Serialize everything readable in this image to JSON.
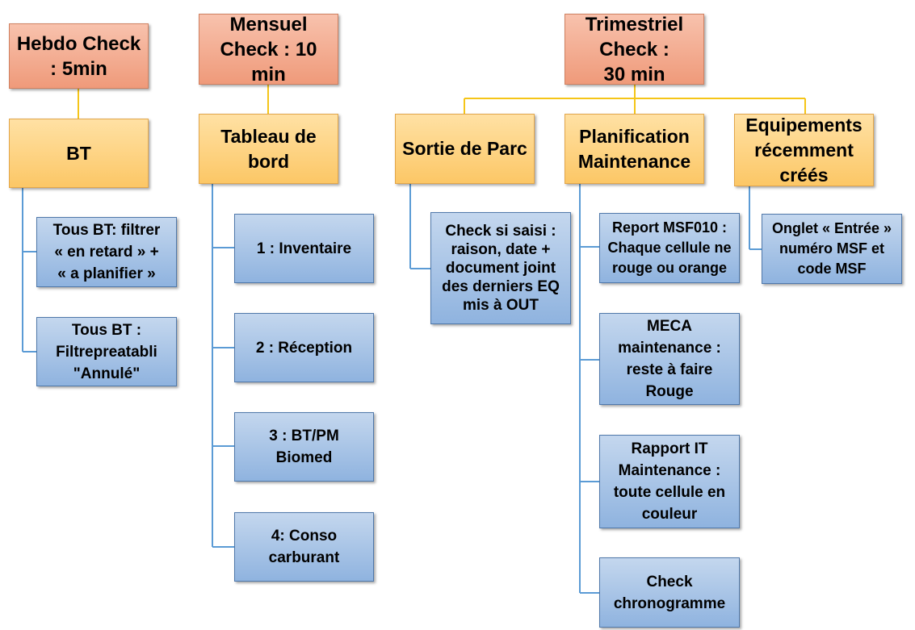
{
  "columns": [
    {
      "header": "Hebdo Check\n: 5min",
      "category": "BT",
      "items": [
        "Tous BT: filtrer\n« en retard » +\n«  a planifier »",
        "Tous BT :\nFiltrepreatabli\n\"Annulé\""
      ]
    },
    {
      "header": "Mensuel\nCheck : 10\nmin",
      "category": "Tableau de\nbord",
      "items": [
        "1 : Inventaire",
        "2 : Réception",
        "3 : BT/PM\nBiomed",
        "4:  Conso\ncarburant"
      ]
    },
    {
      "header": "Trimestriel\nCheck :\n30 min",
      "categories": [
        {
          "label": "Sortie de Parc",
          "items": [
            "Check si saisi :\nraison, date +\ndocument joint\ndes derniers EQ\nmis à OUT"
          ]
        },
        {
          "label": "Planification\nMaintenance",
          "items": [
            "Report MSF010 :\nChaque cellule ne\nrouge ou orange",
            "MECA\nmaintenance :\nreste à faire\nRouge",
            "Rapport IT\nMaintenance :\ntoute cellule en\ncouleur",
            "Check\nchronogramme"
          ]
        },
        {
          "label": "Equipements\nrécemment\ncréés",
          "items": [
            "Onglet « Entrée »\nnuméro MSF et\ncode MSF"
          ]
        }
      ]
    }
  ],
  "colors": {
    "header_fill": "#f4ab8f",
    "category_fill": "#fdd37f",
    "item_fill": "#a8c4e6",
    "header_connector": "#f5c518",
    "item_connector": "#5b9bd5"
  }
}
